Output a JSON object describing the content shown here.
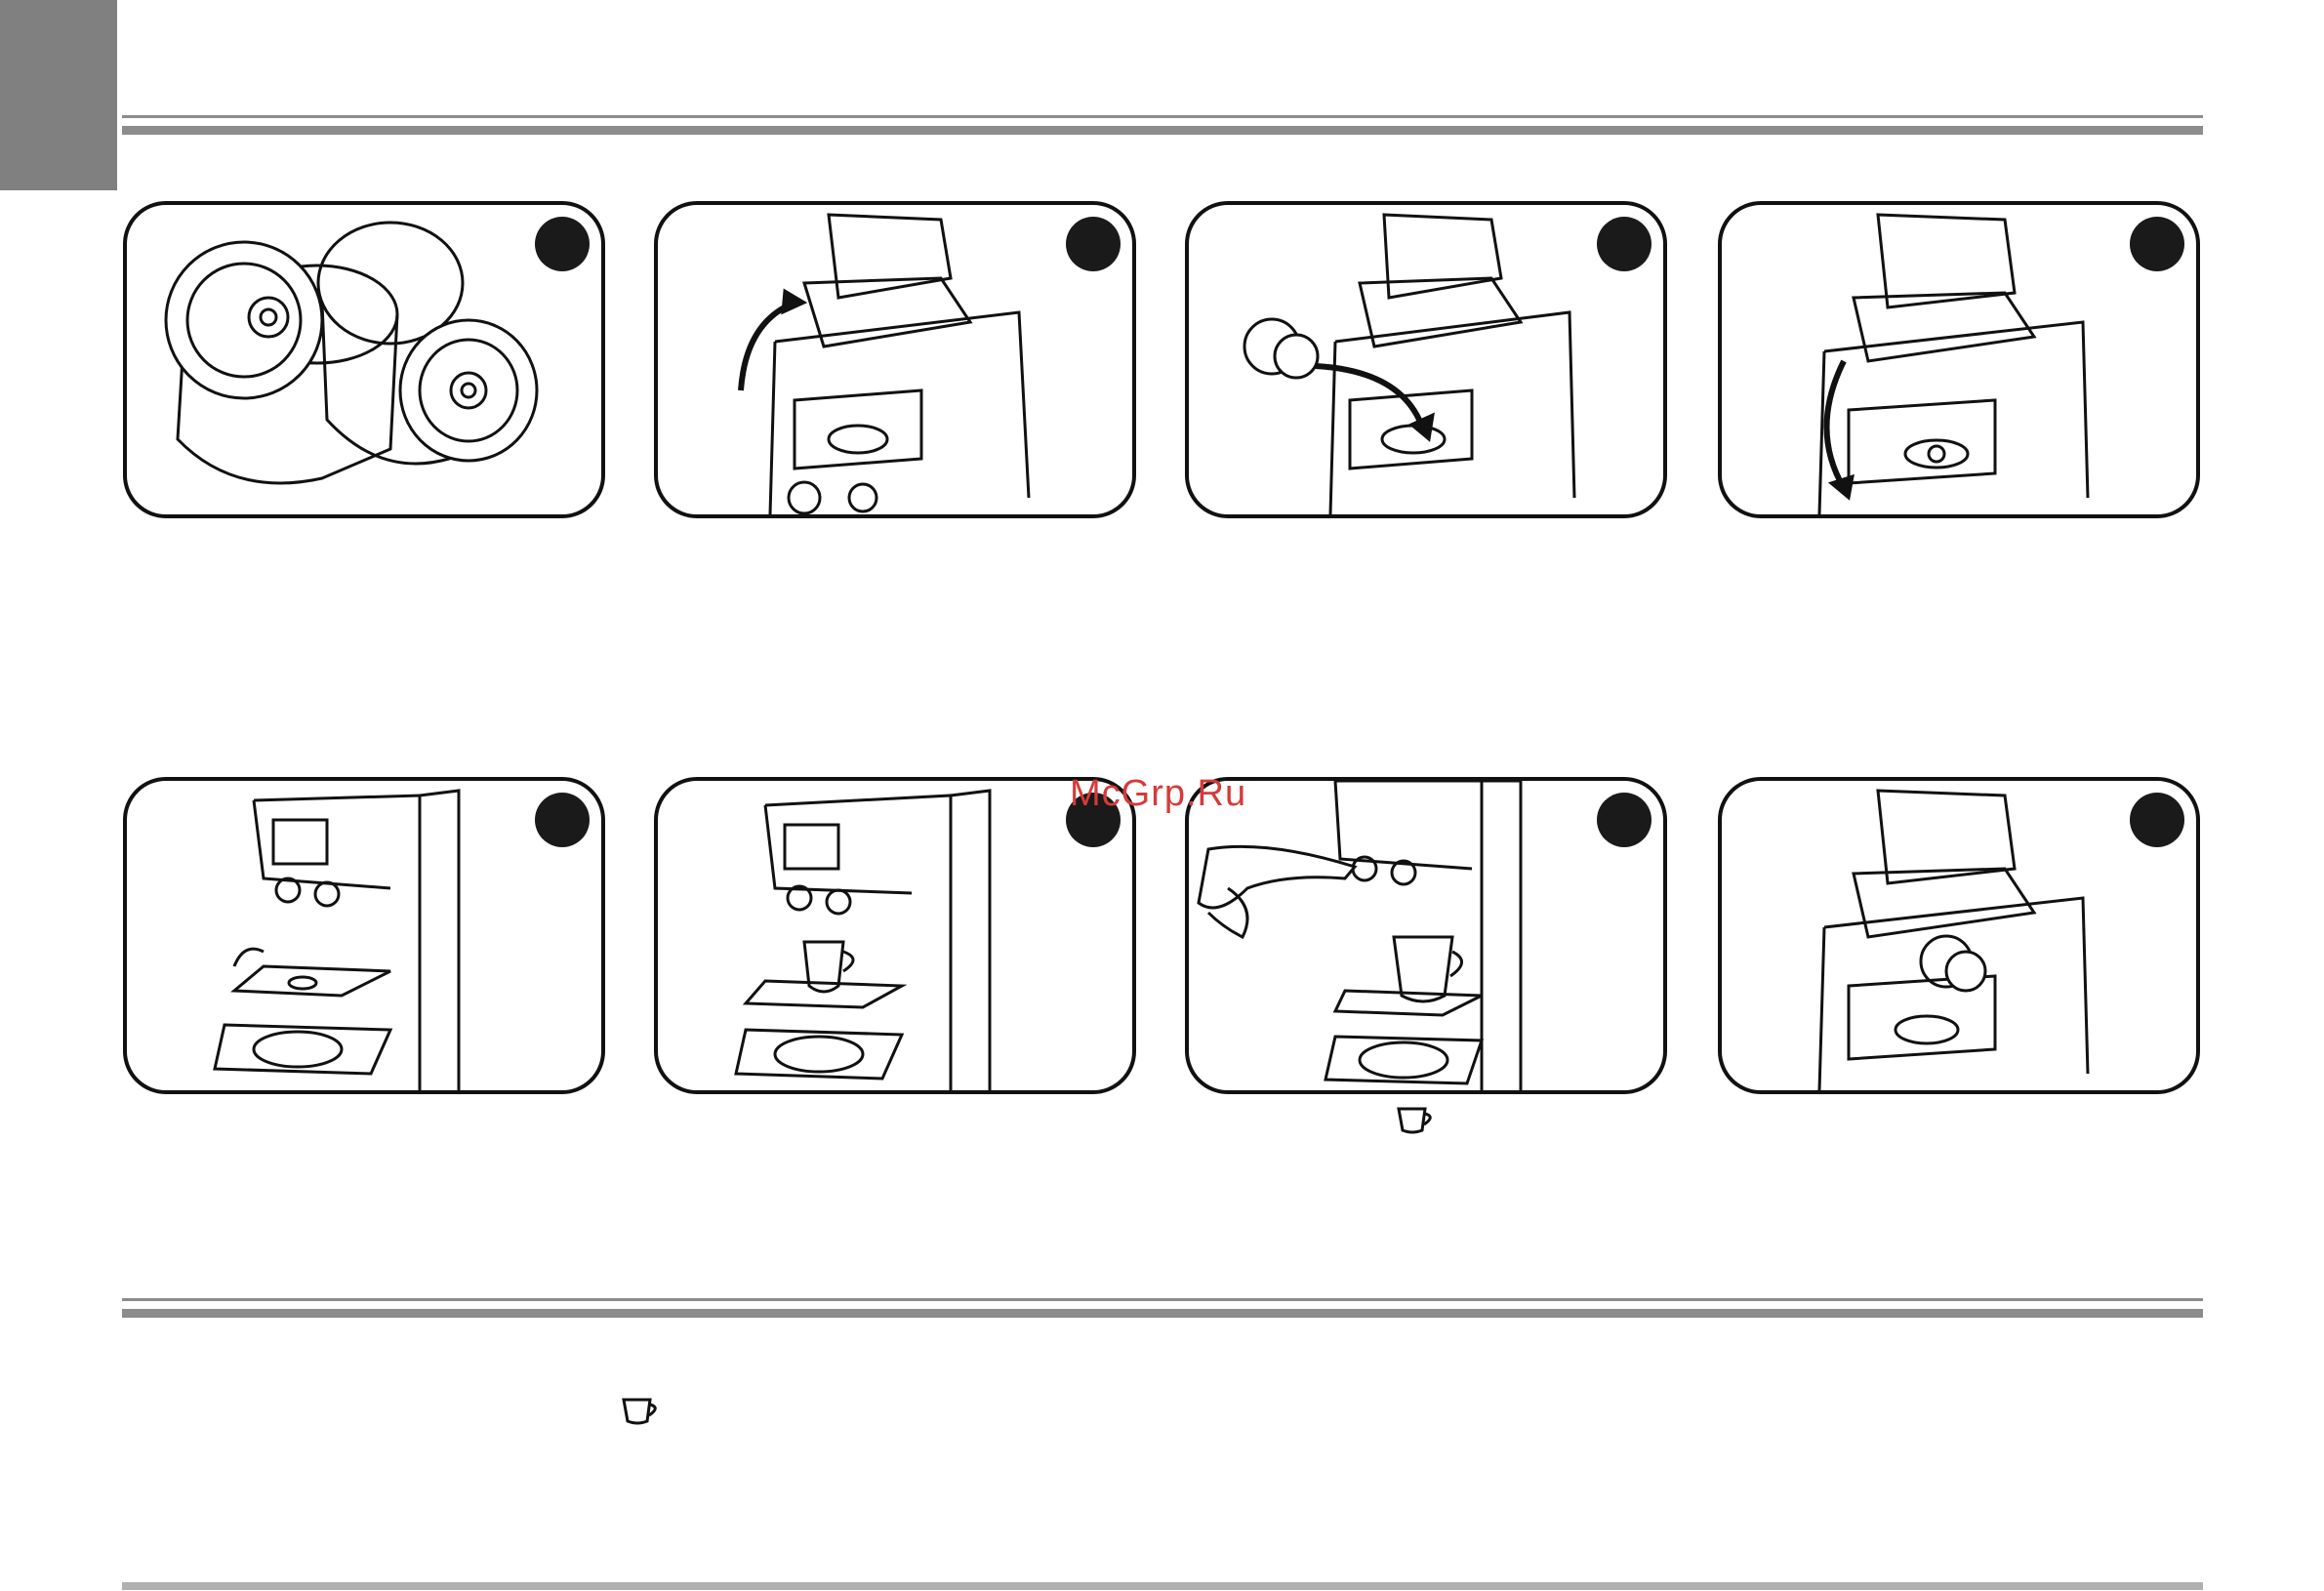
{
  "page": {
    "watermark": "McGrp.Ru",
    "colors": {
      "tab": "#808080",
      "rule": "#8c8c8c",
      "line": "#111111",
      "watermark": "#d63a3a"
    }
  },
  "steps": [
    {
      "icon": "capsules-illustration"
    },
    {
      "icon": "open-lever-illustration"
    },
    {
      "icon": "insert-capsule-illustration"
    },
    {
      "icon": "close-lever-illustration"
    },
    {
      "icon": "fold-cup-rest-illustration"
    },
    {
      "icon": "place-cup-illustration"
    },
    {
      "icon": "press-button-illustration"
    },
    {
      "icon": "eject-capsule-illustration"
    }
  ],
  "icons": {
    "cup": "espresso-cup-icon"
  }
}
